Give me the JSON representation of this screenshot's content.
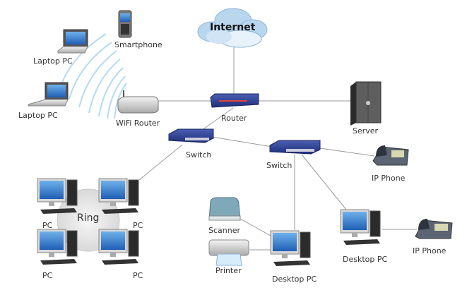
{
  "diagram": {
    "title": "Network Diagram",
    "nodes": [
      {
        "id": "internet",
        "label": "Internet",
        "icon": "cloud-icon"
      },
      {
        "id": "router",
        "label": "Router",
        "icon": "router-icon"
      },
      {
        "id": "wifi-router",
        "label": "WiFi Router",
        "icon": "wifi-router-icon"
      },
      {
        "id": "server",
        "label": "Server",
        "icon": "server-icon"
      },
      {
        "id": "smartphone",
        "label": "Smartphone",
        "icon": "smartphone-icon"
      },
      {
        "id": "laptop-1",
        "label": "Laptop PC",
        "icon": "laptop-icon"
      },
      {
        "id": "laptop-2",
        "label": "Laptop PC",
        "icon": "laptop-icon"
      },
      {
        "id": "switch-1",
        "label": "Switch",
        "icon": "switch-icon"
      },
      {
        "id": "switch-2",
        "label": "Switch",
        "icon": "switch-icon"
      },
      {
        "id": "ip-phone-1",
        "label": "IP Phone",
        "icon": "ip-phone-icon"
      },
      {
        "id": "ip-phone-2",
        "label": "IP Phone",
        "icon": "ip-phone-icon"
      },
      {
        "id": "ring",
        "label": "Ring",
        "icon": "ring-icon"
      },
      {
        "id": "pc-1",
        "label": "PC",
        "icon": "desktop-pc-icon"
      },
      {
        "id": "pc-2",
        "label": "PC",
        "icon": "desktop-pc-icon"
      },
      {
        "id": "pc-3",
        "label": "PC",
        "icon": "desktop-pc-icon"
      },
      {
        "id": "pc-4",
        "label": "PC",
        "icon": "desktop-pc-icon"
      },
      {
        "id": "scanner",
        "label": "Scanner",
        "icon": "scanner-icon"
      },
      {
        "id": "printer",
        "label": "Printer",
        "icon": "printer-icon"
      },
      {
        "id": "desktop-pc-1",
        "label": "Desktop PC",
        "icon": "desktop-pc-icon"
      },
      {
        "id": "desktop-pc-2",
        "label": "Desktop PC",
        "icon": "desktop-pc-icon"
      }
    ],
    "edges": [
      {
        "from": "internet",
        "to": "router"
      },
      {
        "from": "wifi-router",
        "to": "router"
      },
      {
        "from": "router",
        "to": "server"
      },
      {
        "from": "router",
        "to": "switch-1"
      },
      {
        "from": "switch-1",
        "to": "switch-2"
      },
      {
        "from": "switch-1",
        "to": "pc-2"
      },
      {
        "from": "switch-2",
        "to": "ip-phone-1"
      },
      {
        "from": "switch-2",
        "to": "desktop-pc-1"
      },
      {
        "from": "switch-2",
        "to": "desktop-pc-2"
      },
      {
        "from": "scanner",
        "to": "desktop-pc-1"
      },
      {
        "from": "printer",
        "to": "desktop-pc-1"
      },
      {
        "from": "desktop-pc-2",
        "to": "ip-phone-2"
      }
    ],
    "wireless": [
      {
        "from": "wifi-router",
        "to": "smartphone"
      },
      {
        "from": "wifi-router",
        "to": "laptop-1"
      },
      {
        "from": "wifi-router",
        "to": "laptop-2"
      }
    ],
    "colors": {
      "line": "#9a9a9a",
      "label": "#333333",
      "device_blue": "#2c3e8c",
      "cloud": "#b9d6ef",
      "screen": "#3a7fd0",
      "ring": "#e6e6e6",
      "wifi_wave": "#a8d4f2"
    }
  }
}
